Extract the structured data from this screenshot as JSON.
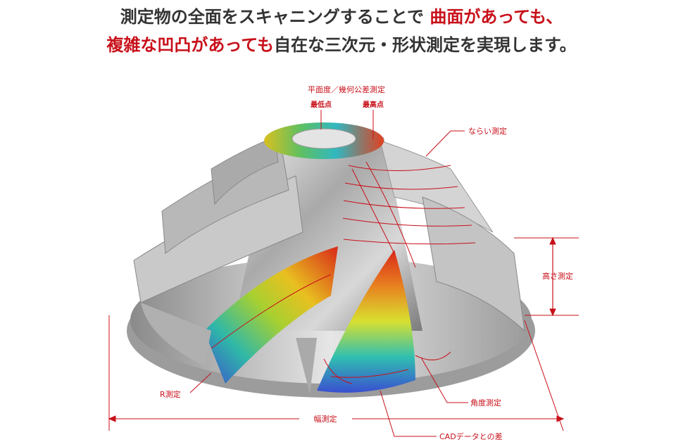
{
  "headline": {
    "line1_plain": "測定物の全面をスキャニングすることで",
    "line1_red": "曲面があっても、",
    "line2_red": "複雑な凹凸があっても",
    "line2_plain": "自在な三次元・形状測定を実現します。"
  },
  "labels": {
    "flatness": "平面度／幾何公差測定",
    "lowest_point": "最低点",
    "highest_point": "最高点",
    "contour": "ならい測定",
    "height": "高さ測定",
    "radius": "R測定",
    "angle": "角度測定",
    "width": "幅測定",
    "cad_diff": "CADデータとの差"
  },
  "colors": {
    "accent": "#c8101a",
    "text": "#333333"
  }
}
